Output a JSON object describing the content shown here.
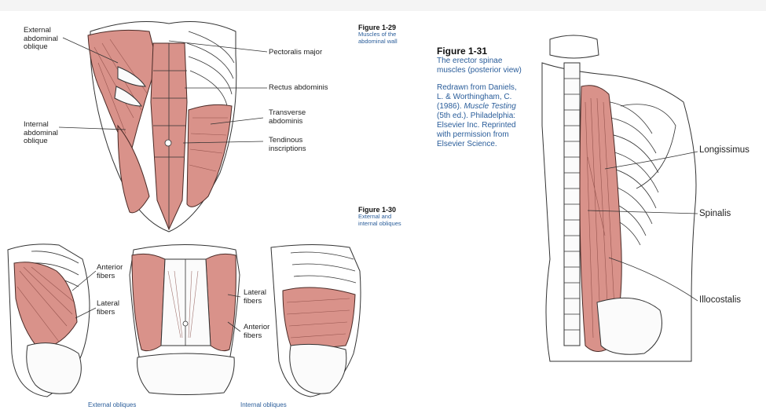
{
  "fig29": {
    "title": "Figure 1-29",
    "caption_line1": "Muscles of the",
    "caption_line2": "abdominal wall",
    "labels": {
      "external_oblique": [
        "External",
        "abdominal",
        "oblique"
      ],
      "internal_oblique": [
        "Internal",
        "abdominal",
        "oblique"
      ],
      "pectoralis": "Pectoralis major",
      "rectus": "Rectus abdominis",
      "transverse": [
        "Transverse",
        "abdominis"
      ],
      "tendinous": [
        "Tendinous",
        "inscriptions"
      ]
    }
  },
  "fig30": {
    "title": "Figure 1-30",
    "caption_line1": "External and",
    "caption_line2": "internal obliques",
    "labels": {
      "anterior_left": [
        "Anterior",
        "fibers"
      ],
      "lateral_left": [
        "Lateral",
        "fibers"
      ],
      "lateral_right": [
        "Lateral",
        "fibers"
      ],
      "anterior_right": [
        "Anterior",
        "fibers"
      ]
    },
    "bottom_external": "External obliques",
    "bottom_internal": "Internal obliques"
  },
  "fig31": {
    "title": "Figure 1-31",
    "caption_line1": "The erector spinae",
    "caption_line2": "muscles (posterior view)",
    "credit": {
      "line1": "Redrawn from Daniels,",
      "line2": "L. & Worthingham, C.",
      "line3_pre": "(1986). ",
      "line3_italic": "Muscle Testing",
      "line4": "(5th ed.). Philadelphia:",
      "line5": "Elsevier Inc. Reprinted",
      "line6": "with permission from",
      "line7": "Elsevier Science."
    },
    "labels": {
      "longissimus": "Longissimus",
      "spinalis": "Spinalis",
      "iliocostalis": "Illocostalis"
    }
  },
  "colors": {
    "muscle": "#d9928a",
    "caption_blue": "#2a5d9a"
  }
}
